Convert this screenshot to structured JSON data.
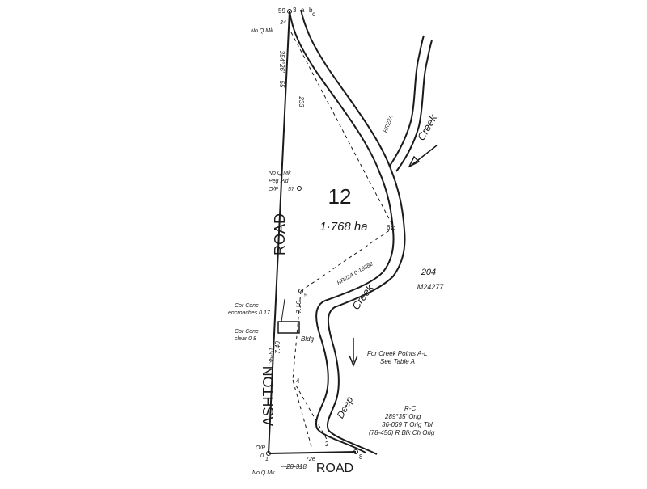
{
  "lot": {
    "number": "12",
    "area": "1·768 ha"
  },
  "adjoining_lot": {
    "number": "204",
    "plan_ref": "M24277"
  },
  "roads": {
    "main_1": "ASHTON",
    "main_2": "ROAD",
    "bottom": "ROAD"
  },
  "creeks": {
    "top_creek": "Creek",
    "deep_1": "Deep",
    "deep_2": "Creek",
    "hr_upper": "HR22A",
    "hr_lower": "HR22A 0-18382"
  },
  "corner_labels": {
    "top_left": "59",
    "top_3": "3",
    "top_a": "a",
    "top_b": "b",
    "top_right": "c"
  },
  "top_marks": {
    "l1": "34",
    "l2": "No Q.Mk"
  },
  "upper_side": {
    "bearing": "354°26'",
    "dist_1": "55",
    "dist_2": "233"
  },
  "mid_peg": {
    "l1": "No Q.Mk",
    "l2": "Peg Pld",
    "l3": "O/P",
    "num": "57"
  },
  "creek_points": {
    "p6": "6",
    "p5": "5",
    "p4": "4",
    "p2": "2",
    "p8": "8"
  },
  "encroach": {
    "l1": "Cor Conc",
    "l2": "encroaches 0.17"
  },
  "overlap": {
    "l1": "Cor Conc",
    "l2": "clear 0.8"
  },
  "vertical_dims": {
    "d1": "7.10",
    "d2": "7.40",
    "bearing": "35-51"
  },
  "misc": {
    "bldg": "Bldg"
  },
  "note": {
    "l1": "For Creek Points A-L",
    "l2": "See Table A"
  },
  "bottom_table": {
    "l1": "R-C",
    "l2": "289°35' Orig",
    "l3": "36-069 T Orig  Tbl",
    "l4": "(78-456) R Blk Ch Orig"
  },
  "bottom_marks": {
    "op": "O/P",
    "zero": "0",
    "no_qmk": "No Q.Mk",
    "dist": "20·318",
    "seventytwo": "72e",
    "p1": "1"
  }
}
